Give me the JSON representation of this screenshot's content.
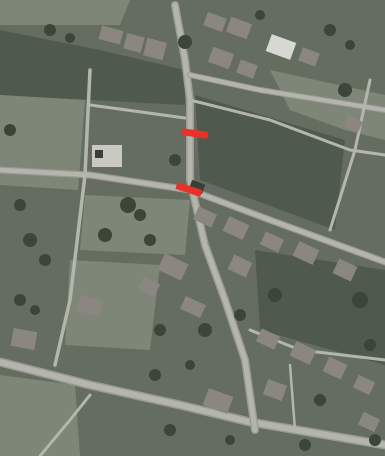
{
  "map": {
    "kind": "aerial-photo",
    "colors": {
      "field_dark": "#4f5a4c",
      "field_mid": "#646d60",
      "field_light": "#7e8677",
      "road": "#b4b6ae",
      "road_edge": "#9a9c94",
      "building_roof": "#8c8680",
      "building_shadow": "#3a3d38",
      "tree": "#3b4538",
      "highlight": "#e8312a"
    },
    "markers": [
      {
        "id": "marker-north",
        "color": "#e8312a"
      },
      {
        "id": "marker-south",
        "color": "#e8312a"
      }
    ]
  }
}
